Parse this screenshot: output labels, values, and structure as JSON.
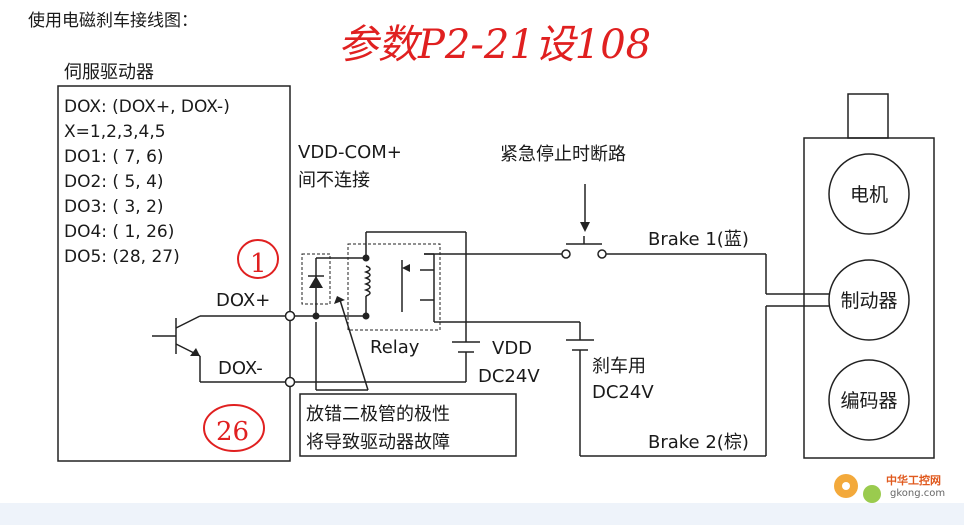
{
  "heading": "使用电磁刹车接线图：",
  "handwritten_note": "参数P2-21设108",
  "annotation_1": "1",
  "annotation_26": "26",
  "servo_drive": {
    "title": "伺服驱动器",
    "lines": [
      "DOX: (DOX+, DOX-)",
      "X=1,2,3,4,5",
      "DO1: ( 7,  6)",
      "DO2: ( 5,  4)",
      "DO3: ( 3,  2)",
      "DO4: ( 1, 26)",
      "DO5: (28, 27)"
    ],
    "terminal_plus": "DOX+",
    "terminal_minus": "DOX-"
  },
  "vdd_com_note": [
    "VDD-COM+",
    "间不连接"
  ],
  "emergency_note": "紧急停止时断路",
  "relay_label": "Relay",
  "vdd_label": [
    "VDD",
    "DC24V"
  ],
  "brake_supply_label": [
    "刹车用",
    "DC24V"
  ],
  "brake1_label": "Brake 1(蓝)",
  "brake2_label": "Brake 2(棕)",
  "warning_box": [
    "放错二极管的极性",
    "将导致驱动器故障"
  ],
  "motor_block": [
    "电机",
    "制动器",
    "编码器"
  ],
  "watermark": {
    "line1": "中华工控网",
    "line2": "gkong.com"
  }
}
